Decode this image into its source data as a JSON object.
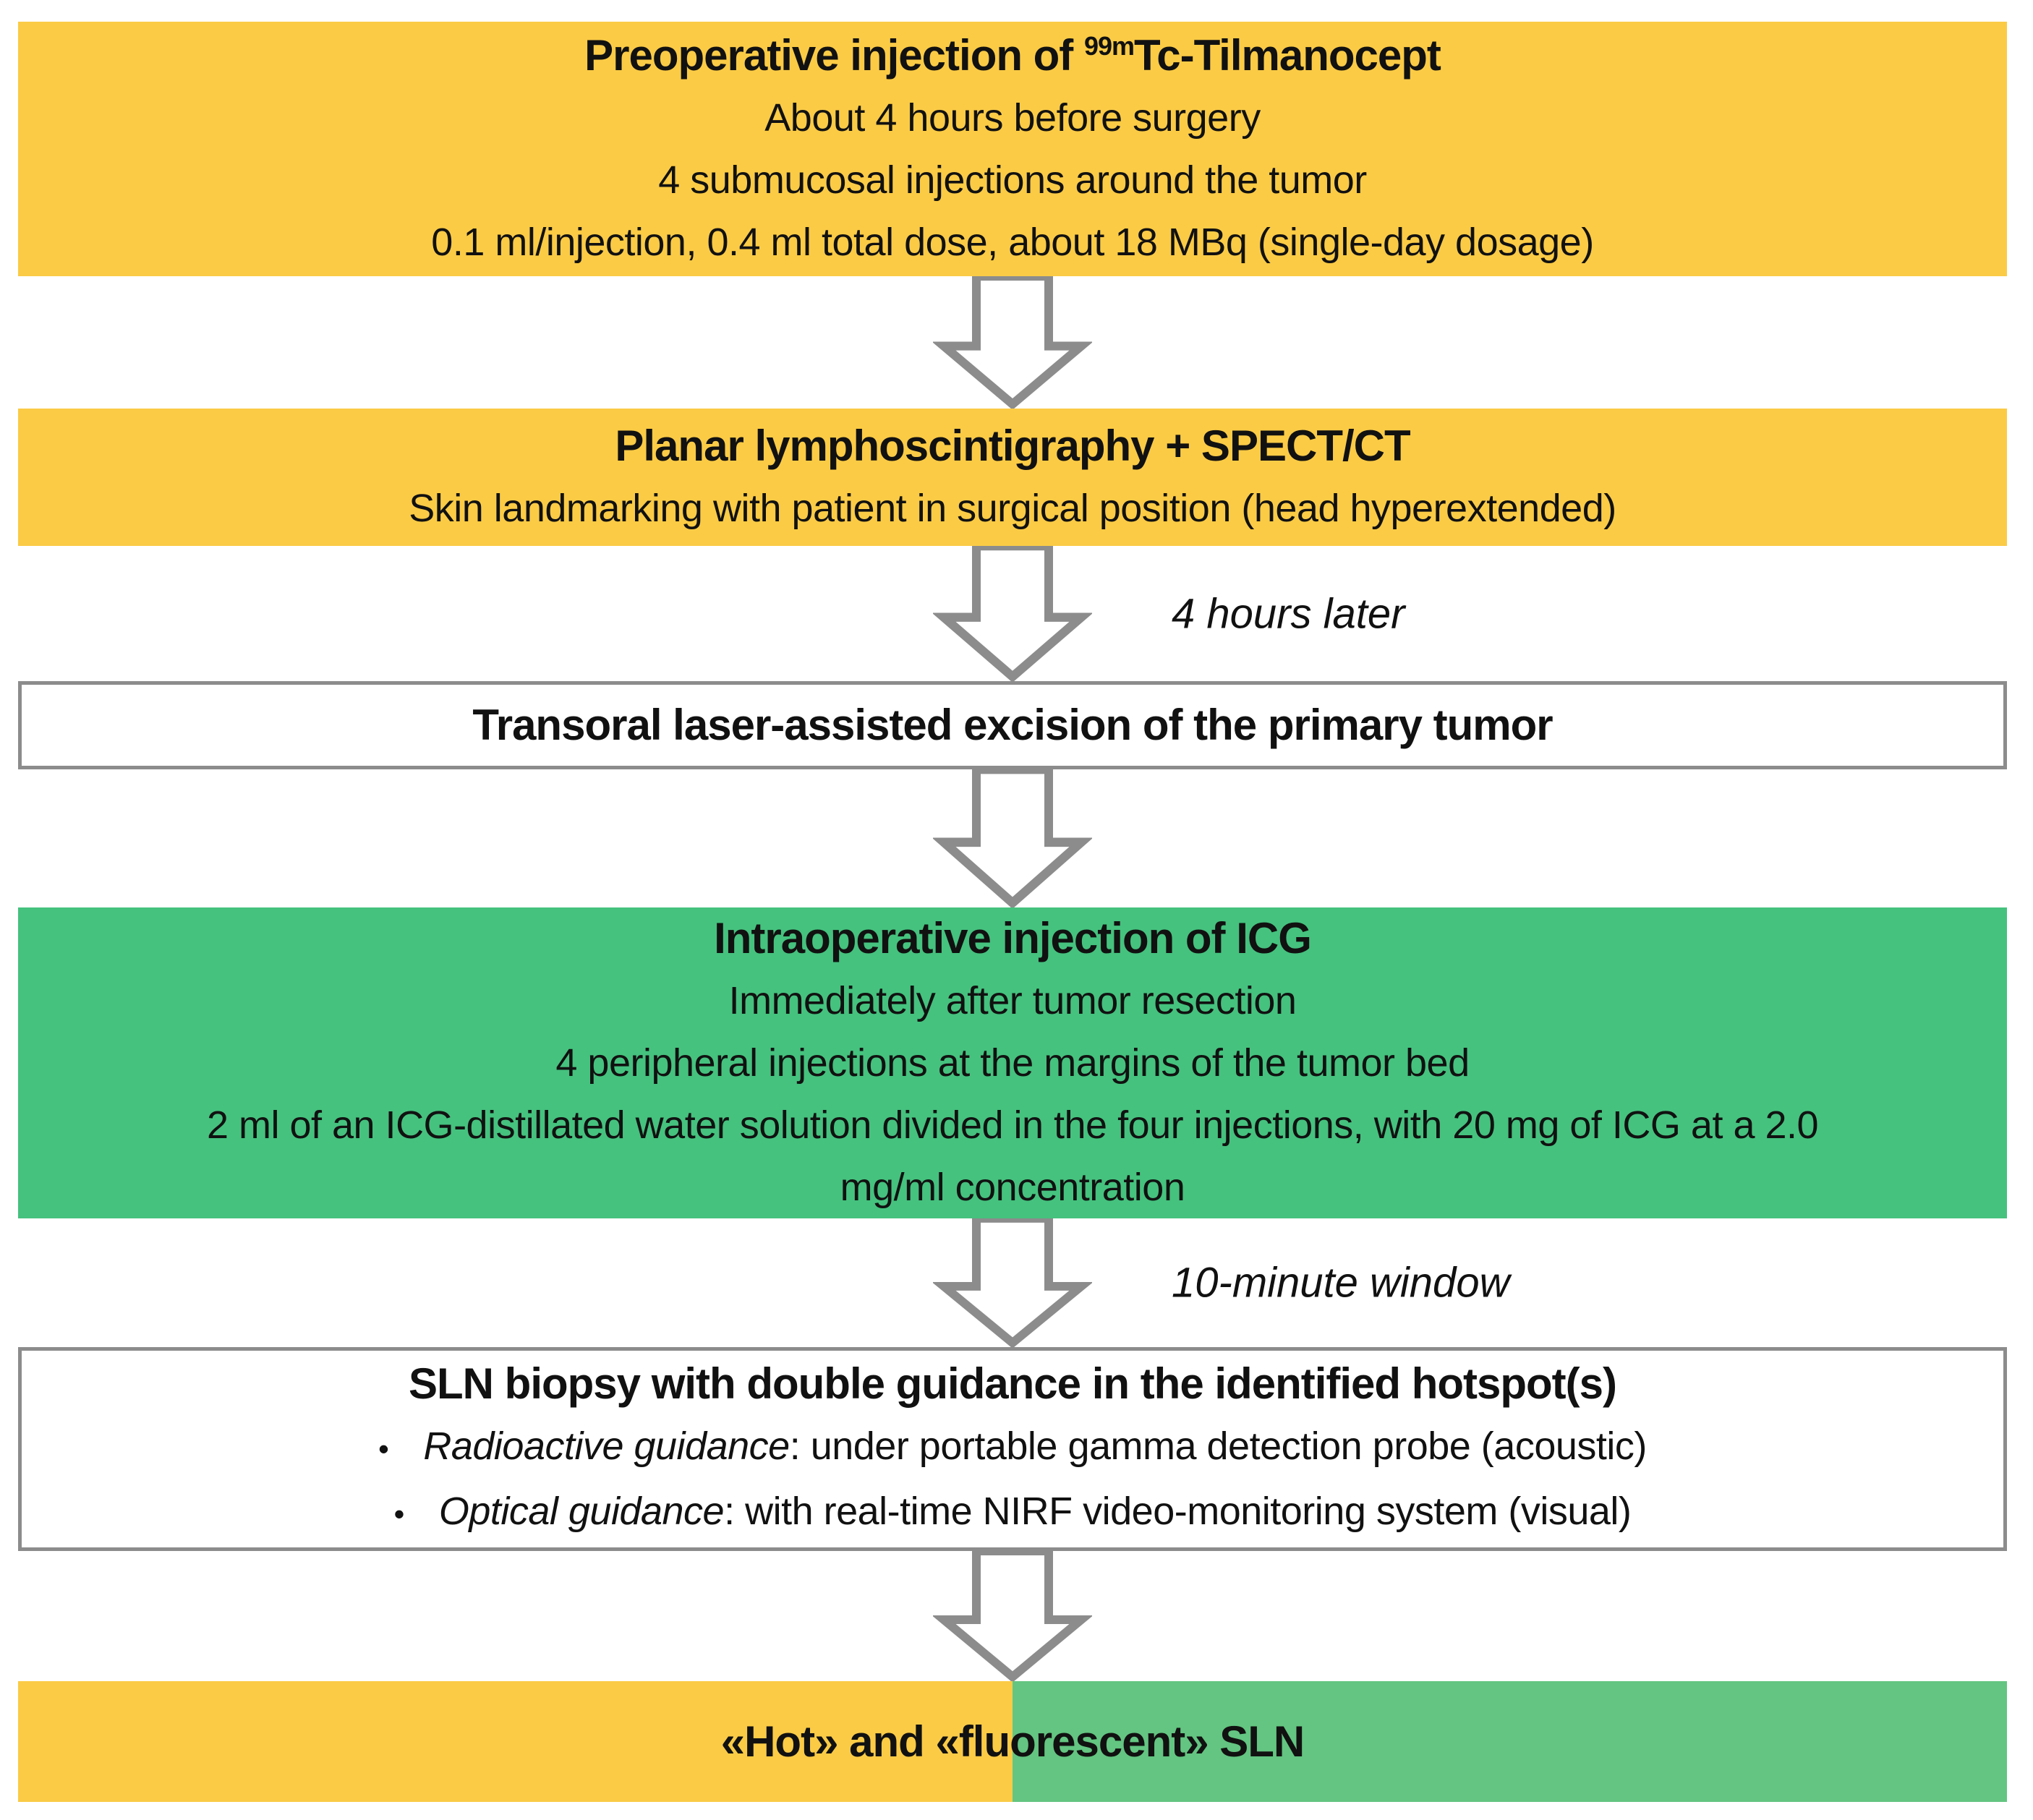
{
  "colors": {
    "background": "#FFFFFF",
    "yellow": "#FBCB46",
    "green": "#45C27E",
    "result_yellow": "#FBCB46",
    "result_green": "#63C581",
    "outline_gray": "#8C8C8C",
    "text_black": "#111111"
  },
  "boxes": {
    "preop": {
      "title_pre": "Preoperative injection of ",
      "title_sup": "99m",
      "title_post": "Tc-Tilmanocept",
      "line1": "About 4 hours before surgery",
      "line2": "4 submucosal injections around the tumor",
      "line3": "0.1 ml/injection, 0.4 ml total dose, about 18 MBq (single-day dosage)"
    },
    "imaging": {
      "title": "Planar lymphoscintigraphy + SPECT/CT",
      "line1": "Skin landmarking with patient in surgical position (head hyperextended)"
    },
    "excision": {
      "title": "Transoral laser-assisted excision of the primary tumor"
    },
    "icg": {
      "title": "Intraoperative injection of ICG",
      "line1": "Immediately after tumor resection",
      "line2": "4 peripheral injections at the margins of the tumor bed",
      "line3": "2 ml of an ICG-distillated water solution divided in the four injections, with 20 mg of ICG at a 2.0",
      "line4": "mg/ml concentration"
    },
    "biopsy": {
      "title": "SLN biopsy with double guidance in the identified hotspot(s)",
      "bullet_char": "•",
      "bullets": [
        {
          "emph": "Radioactive guidance",
          "rest": ": under portable gamma detection probe (acoustic)"
        },
        {
          "emph": "Optical guidance",
          "rest": ": with real-time NIRF video-monitoring system (visual)"
        }
      ]
    },
    "result": {
      "title": "«Hot» and «fluorescent» SLN"
    }
  },
  "connectors": {
    "after_imaging_label": "4 hours later",
    "after_icg_label": "10-minute window"
  }
}
